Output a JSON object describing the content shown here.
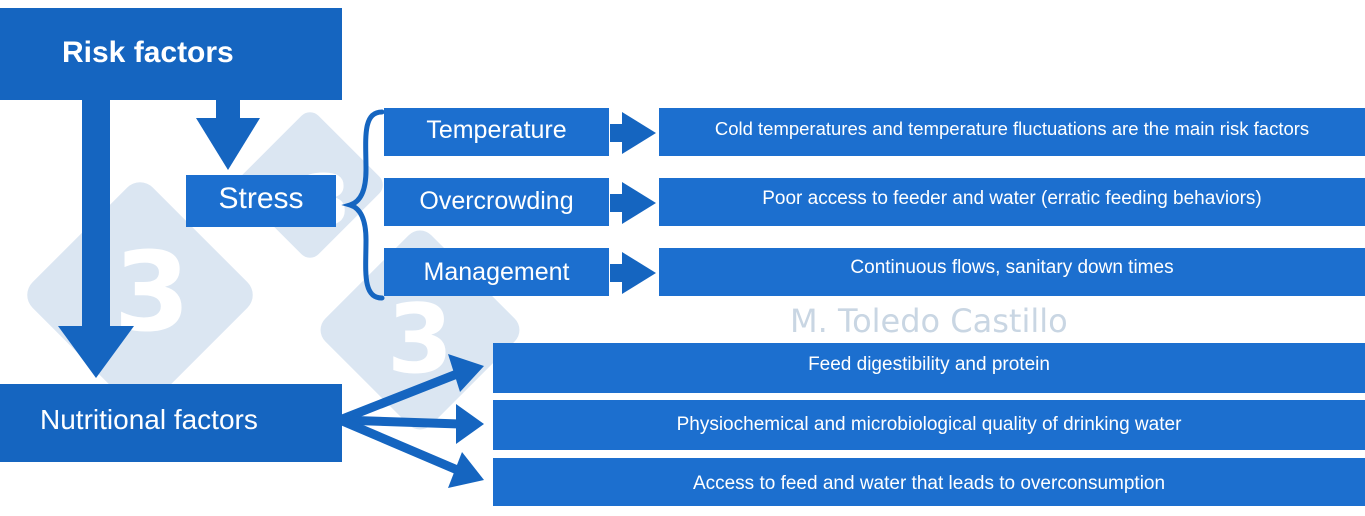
{
  "colors": {
    "box": "#1c6fcf",
    "box_dark": "#1565c0",
    "watermark": "#dbe6f2"
  },
  "diagram": {
    "risk_factors": "Risk factors",
    "stress": "Stress",
    "stress_factors": [
      {
        "label": "Temperature",
        "detail": "Cold temperatures and temperature fluctuations are the main risk factors"
      },
      {
        "label": "Overcrowding",
        "detail": "Poor access to feeder and water (erratic feeding behaviors)"
      },
      {
        "label": "Management",
        "detail": "Continuous flows, sanitary down times"
      }
    ],
    "nutritional_factors": "Nutritional factors",
    "nutritional_details": [
      "Feed digestibility and protein",
      "Physiochemical and microbiological quality of drinking water",
      "Access to feed and water that leads to overconsumption"
    ]
  },
  "watermark": {
    "logo_text": "3",
    "author": "M. Toledo Castillo"
  }
}
